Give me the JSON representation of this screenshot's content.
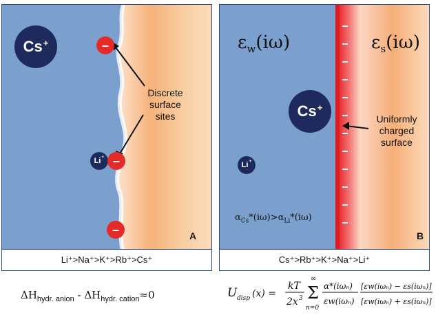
{
  "panel_a": {
    "ion_large": {
      "symbol": "Cs",
      "charge": "+"
    },
    "ion_small": {
      "symbol": "Li",
      "charge": "+"
    },
    "site_charge": "–",
    "label_line1": "Discrete",
    "label_line2": "surface",
    "label_line3": "sites",
    "letter": "A",
    "series_text": "Li⁺>Na⁺>K⁺>Rb⁺>Cs⁺"
  },
  "panel_b": {
    "eps_water": "ε",
    "eps_water_sub": "w",
    "eps_water_arg": "(iω)",
    "eps_solid": "ε",
    "eps_solid_sub": "s",
    "eps_solid_arg": "(iω)",
    "ion_large": {
      "symbol": "Cs",
      "charge": "+"
    },
    "ion_small": {
      "symbol": "Li",
      "charge": "+"
    },
    "label_line1": "Uniformly",
    "label_line2": "charged",
    "label_line3": "surface",
    "polarizability": {
      "alpha": "α",
      "cs_sub": "Cs",
      "cs_arg": "*(iω)>",
      "li_sub": "Li",
      "li_arg": "*(iω)"
    },
    "letter": "B",
    "series_text": "Cs⁺>Rb⁺>K⁺>Na⁺>Li⁺"
  },
  "formula_left": {
    "delta_h": "ΔH",
    "sub_anion": "hydr. anion",
    "minus": " - ΔH",
    "sub_cation": "hydr. cation",
    "approx": "≈0"
  },
  "formula_right": {
    "lhs": "U",
    "lhs_sub": "disp",
    "lhs_arg": "(x) =",
    "kT": "kT",
    "den": "2x",
    "den_exp": "3",
    "sum_top": "∞",
    "sum_symbol": "Σ",
    "sum_bottom": "n=0",
    "frac2_num": "α*(iωₙ)",
    "frac2_den": "εw(iωₙ)",
    "frac3_num": "[εw(iωₙ) − εs(iωₙ)]",
    "frac3_den": "[εw(iωₙ) + εs(iωₙ)]"
  },
  "colors": {
    "water": "#7ca0ce",
    "ion": "#1e2a5c",
    "site": "#e52a2a",
    "surface_orange": "#f3a56a"
  }
}
